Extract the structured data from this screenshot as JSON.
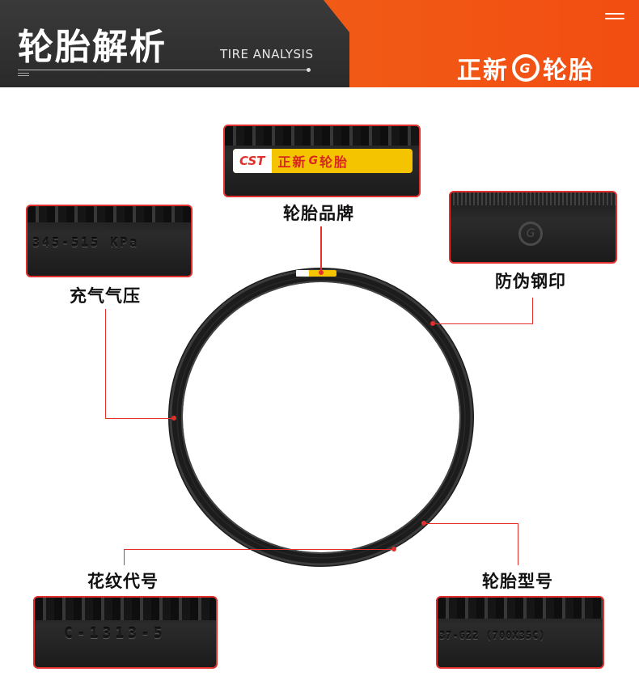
{
  "header": {
    "title": "轮胎解析",
    "subtitle": "TIRE ANALYSIS",
    "brand_left": "正新",
    "brand_right": "轮胎",
    "logo_mark": "G"
  },
  "callouts": {
    "brand": {
      "label": "轮胎品牌",
      "badge_cst": "CST",
      "badge_cn": "正新",
      "badge_cn2": "轮胎",
      "badge_logo": "G"
    },
    "pressure": {
      "label": "充气气压",
      "photo_text": "345-515 KPa"
    },
    "anti_fake": {
      "label": "防伪钢印",
      "logo": "G"
    },
    "pattern": {
      "label": "花纹代号",
      "photo_text": "C-1313-5"
    },
    "model": {
      "label": "轮胎型号",
      "photo_text": "37-622 (700X35C)"
    }
  },
  "colors": {
    "accent": "#e1302d",
    "header_dark": "#2f2f2f",
    "header_orange": "#f2561a"
  },
  "icons": [
    "menu-icon",
    "cst-logo-icon",
    "tire-image"
  ]
}
